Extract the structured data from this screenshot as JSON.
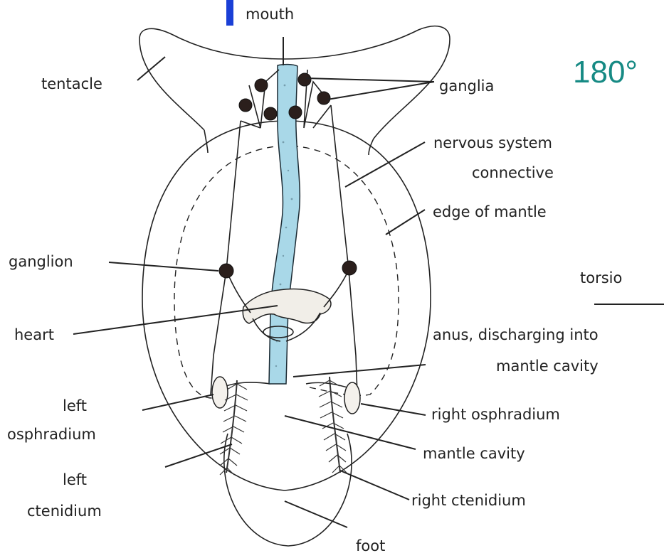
{
  "labels": {
    "mouth": "mouth",
    "tentacle": "tentacle",
    "ganglia": "ganglia",
    "nervous_system": "nervous system",
    "connective": "connective",
    "edge_of_mantle": "edge of mantle",
    "ganglion": "ganglion",
    "heart": "heart",
    "anus_line1": "anus, discharging into",
    "anus_line2": "mantle cavity",
    "left_osphradium_line1": "left",
    "left_osphradium_line2": "osphradium",
    "right_osphradium": "right osphradium",
    "mantle_cavity": "mantle cavity",
    "left_ctenidium_line1": "left",
    "left_ctenidium_line2": "ctenidium",
    "right_ctenidium": "right ctenidium",
    "foot": "foot"
  },
  "cropped_text": {
    "angle": "180°",
    "torsion": "torsio"
  },
  "colors": {
    "gut": "#a9d8e8",
    "angle_text": "#168a84",
    "title_fragment": "#1a3fd6"
  }
}
